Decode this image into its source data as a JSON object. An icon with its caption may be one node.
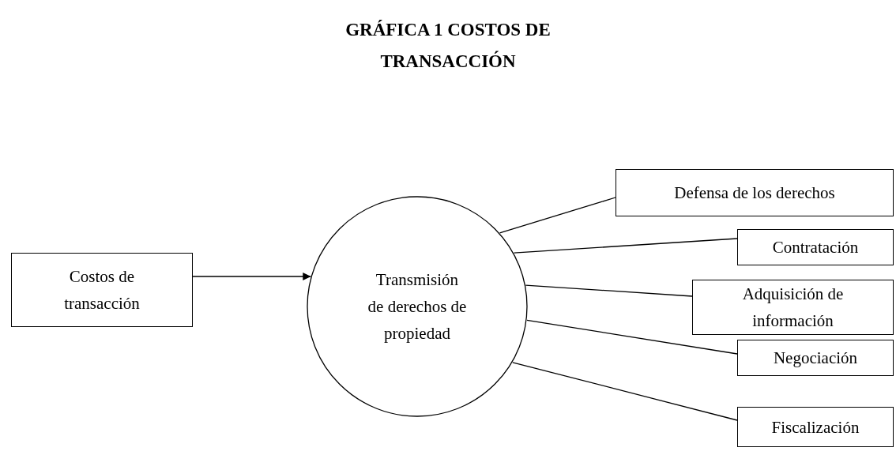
{
  "diagram": {
    "title": "GRÁFICA 1 COSTOS DE TRANSACCIÓN",
    "nodes": [
      {
        "text": [
          "Costos de transacción"
        ]
      },
      {
        "text": [
          "Transmisión de derechos de propiedad"
        ]
      },
      {
        "text": [
          "Defensa de los derechos"
        ]
      },
      {
        "text": [
          "Contratación"
        ]
      },
      {
        "text": [
          "Adquisición de información"
        ]
      },
      {
        "text": [
          "Negociación"
        ]
      },
      {
        "text": [
          "Fiscalización"
        ]
      }
    ],
    "edges": [
      {
        "from": 0,
        "to": 1,
        "arrow": "to"
      },
      {
        "from": 1,
        "to": 2,
        "arrow": "none"
      },
      {
        "from": 1,
        "to": 3,
        "arrow": "none"
      },
      {
        "from": 1,
        "to": 4,
        "arrow": "none"
      },
      {
        "from": 1,
        "to": 5,
        "arrow": "none"
      },
      {
        "from": 1,
        "to": 6,
        "arrow": "none"
      }
    ]
  }
}
